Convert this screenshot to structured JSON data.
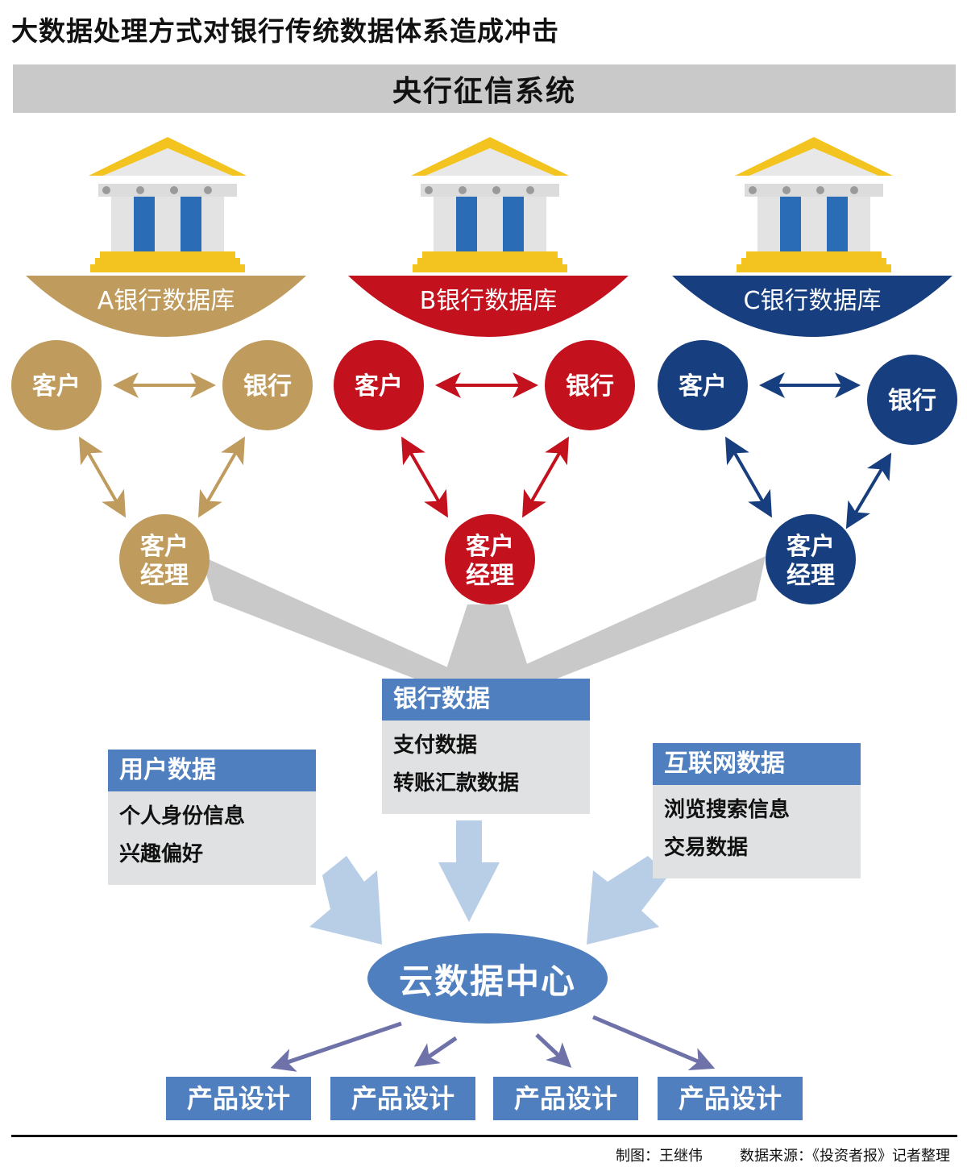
{
  "title": "大数据处理方式对银行传统数据体系造成冲击",
  "central_system": "央行征信系统",
  "banks": [
    {
      "db_label": "A银行数据库",
      "customer": "客户",
      "bank": "银行",
      "manager_line1": "客户",
      "manager_line2": "经理",
      "color": "#bf9b5e"
    },
    {
      "db_label": "B银行数据库",
      "customer": "客户",
      "bank": "银行",
      "manager_line1": "客户",
      "manager_line2": "经理",
      "color": "#c3111d"
    },
    {
      "db_label": "C银行数据库",
      "customer": "客户",
      "bank": "银行",
      "manager_line1": "客户",
      "manager_line2": "经理",
      "color": "#173e7e"
    }
  ],
  "bank_data": {
    "heading": "银行数据",
    "items": [
      "支付数据",
      "转账汇款数据"
    ]
  },
  "user_data": {
    "heading": "用户数据",
    "items": [
      "个人身份信息",
      "兴趣偏好"
    ]
  },
  "internet_data": {
    "heading": "互联网数据",
    "items": [
      "浏览搜索信息",
      "交易数据"
    ]
  },
  "cloud_center": "云数据中心",
  "products": [
    "产品设计",
    "产品设计",
    "产品设计",
    "产品设计"
  ],
  "footer": {
    "made_by": "制图：王继伟",
    "source": "数据来源：《投资者报》记者整理"
  },
  "colors": {
    "accent_blue": "#4f7fbe",
    "gray_panel": "#dfe1e2",
    "gold": "#bf9b5e",
    "red": "#c3111d",
    "navy": "#173e7e"
  }
}
